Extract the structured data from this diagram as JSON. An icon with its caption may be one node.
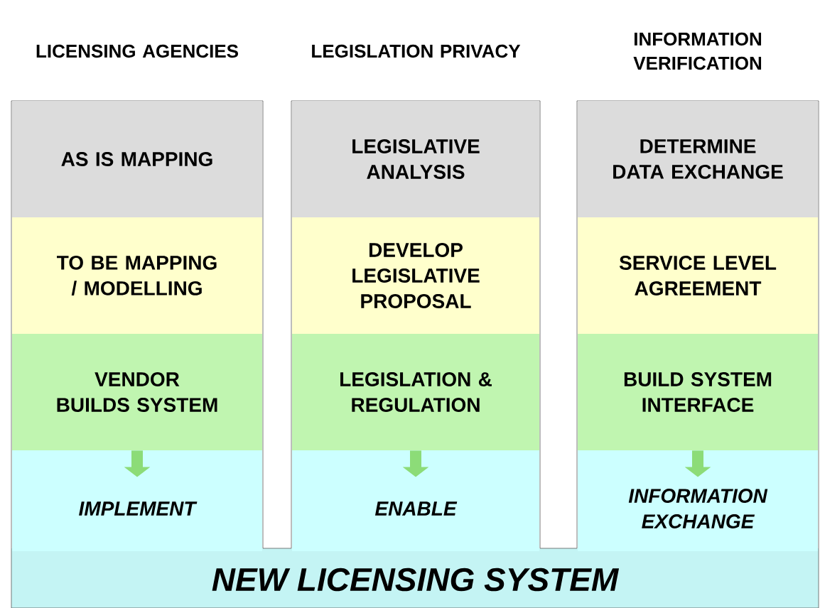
{
  "diagram": {
    "nodes": [
      {
        "text": [
          "LICENSING AGENCIES"
        ]
      },
      {
        "text": [
          "AS IS MAPPING"
        ],
        "in": 0
      },
      {
        "text": [
          "TO BE MAPPING / MODELLING"
        ],
        "in": 0
      },
      {
        "text": [
          "VENDOR BUILDS SYSTEM"
        ],
        "in": 0
      },
      {
        "text": [
          "IMPLEMENT"
        ],
        "in": 0
      },
      {
        "text": [
          "LEGISLATION PRIVACY"
        ]
      },
      {
        "text": [
          "LEGISLATIVE ANALYSIS"
        ],
        "in": 5
      },
      {
        "text": [
          "DEVELOP LEGISLATIVE PROPOSAL"
        ],
        "in": 5
      },
      {
        "text": [
          "LEGISLATION & REGULATION"
        ],
        "in": 5
      },
      {
        "text": [
          "ENABLE"
        ],
        "in": 5
      },
      {
        "text": [
          "INFORMATION VERIFICATION"
        ]
      },
      {
        "text": [
          "DETERMINE DATA EXCHANGE"
        ],
        "in": 10
      },
      {
        "text": [
          "SERVICE LEVEL AGREEMENT"
        ],
        "in": 10
      },
      {
        "text": [
          "BUILD SYSTEM INTERFACE"
        ],
        "in": 10
      },
      {
        "text": [
          "INFORMATION EXCHANGE"
        ],
        "in": 10
      },
      {
        "text": [
          "NEW LICENSING SYSTEM"
        ]
      }
    ],
    "edges": [
      {
        "from": 3,
        "to": 4,
        "arrow": "to"
      },
      {
        "from": 8,
        "to": 9,
        "arrow": "to"
      },
      {
        "from": 13,
        "to": 14,
        "arrow": "to"
      }
    ]
  }
}
